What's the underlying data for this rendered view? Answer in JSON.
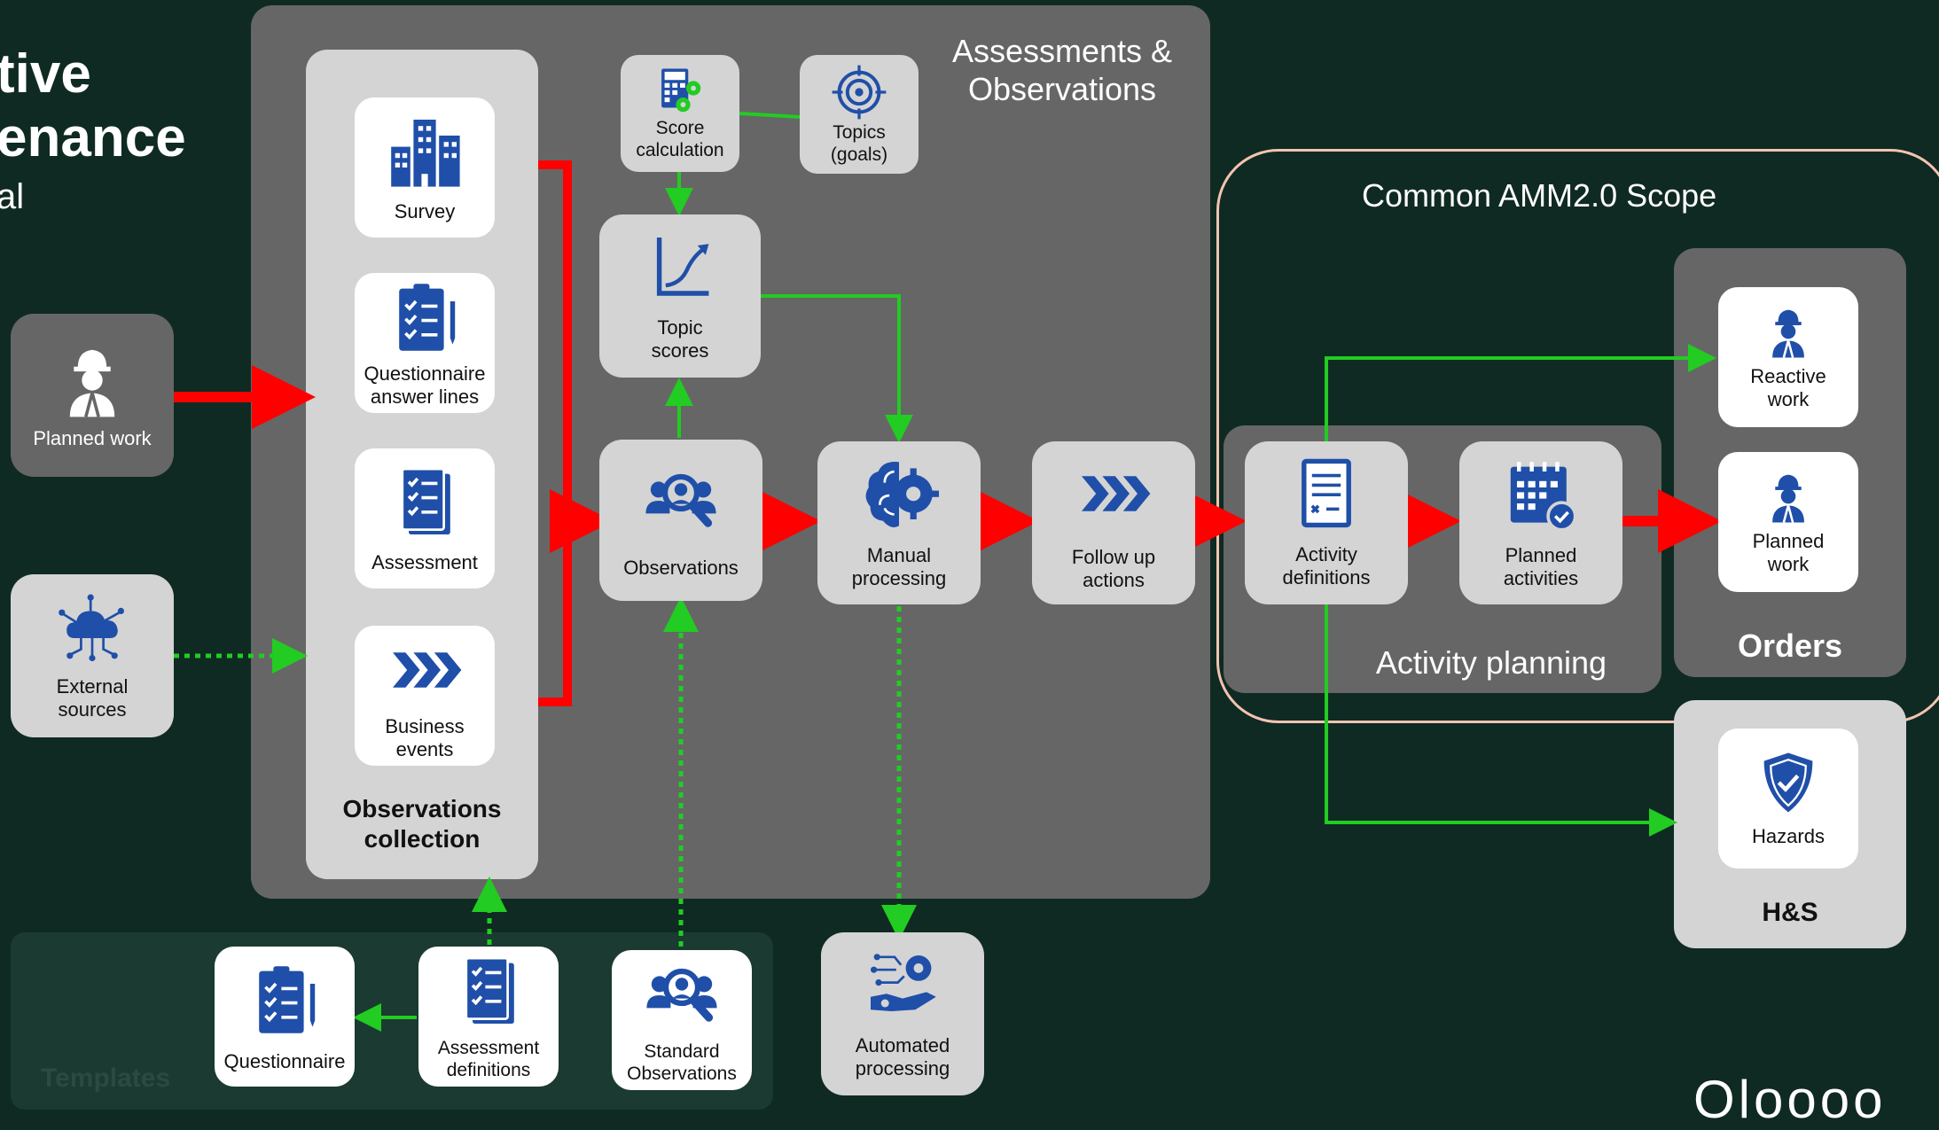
{
  "title_fragments": [
    "tive",
    "enance",
    "al"
  ],
  "templates_label": "Templates",
  "logo_fragment": "Oloooo",
  "colors": {
    "background": "#0f2a22",
    "panel": "#666666",
    "node": "#d4d4d4",
    "card": "#ffffff",
    "icon": "#1f4fa8",
    "flow_red": "#ff0000",
    "flow_green": "#22cc22",
    "scope_border": "#f2c4b0"
  },
  "groups": {
    "assessments": "Assessments &\nObservations",
    "collection": "Observations\ncollection",
    "scope": "Common AMM2.0 Scope",
    "activity_planning": "Activity planning",
    "orders": "Orders",
    "hs": "H&S"
  },
  "nodes": {
    "planned_work_source": {
      "label": "Planned work",
      "icon": "worker-icon"
    },
    "external_sources": {
      "label": "External\nsources",
      "icon": "cloud-network-icon"
    },
    "survey": {
      "label": "Survey",
      "icon": "buildings-icon"
    },
    "questionnaire_answers": {
      "label": "Questionnaire\nanswer lines",
      "icon": "clipboard-checklist-icon"
    },
    "assessment": {
      "label": "Assessment",
      "icon": "checklist-document-icon"
    },
    "business_events": {
      "label": "Business\nevents",
      "icon": "chevrons-icon"
    },
    "score_calculation": {
      "label": "Score\ncalculation",
      "icon": "calculator-gear-icon"
    },
    "topics_goals": {
      "label": "Topics\n(goals)",
      "icon": "target-icon"
    },
    "topic_scores": {
      "label": "Topic\nscores",
      "icon": "trend-chart-icon"
    },
    "observations": {
      "label": "Observations",
      "icon": "team-search-icon"
    },
    "manual_processing": {
      "label": "Manual\nprocessing",
      "icon": "brain-gear-icon"
    },
    "follow_up_actions": {
      "label": "Follow up\nactions",
      "icon": "chevrons-icon"
    },
    "activity_definitions": {
      "label": "Activity\ndefinitions",
      "icon": "document-icon"
    },
    "planned_activities": {
      "label": "Planned\nactivities",
      "icon": "calendar-check-icon"
    },
    "reactive_work": {
      "label": "Reactive\nwork",
      "icon": "worker-icon"
    },
    "planned_work_order": {
      "label": "Planned\nwork",
      "icon": "worker-icon"
    },
    "hazards": {
      "label": "Hazards",
      "icon": "shield-check-icon"
    },
    "questionnaire_template": {
      "label": "Questionnaire",
      "icon": "clipboard-checklist-icon"
    },
    "assessment_definitions": {
      "label": "Assessment\ndefinitions",
      "icon": "checklist-document-icon"
    },
    "standard_observations": {
      "label": "Standard\nObservations",
      "icon": "team-search-icon"
    },
    "automated_processing": {
      "label": "Automated\nprocessing",
      "icon": "robot-hand-gear-icon"
    }
  }
}
